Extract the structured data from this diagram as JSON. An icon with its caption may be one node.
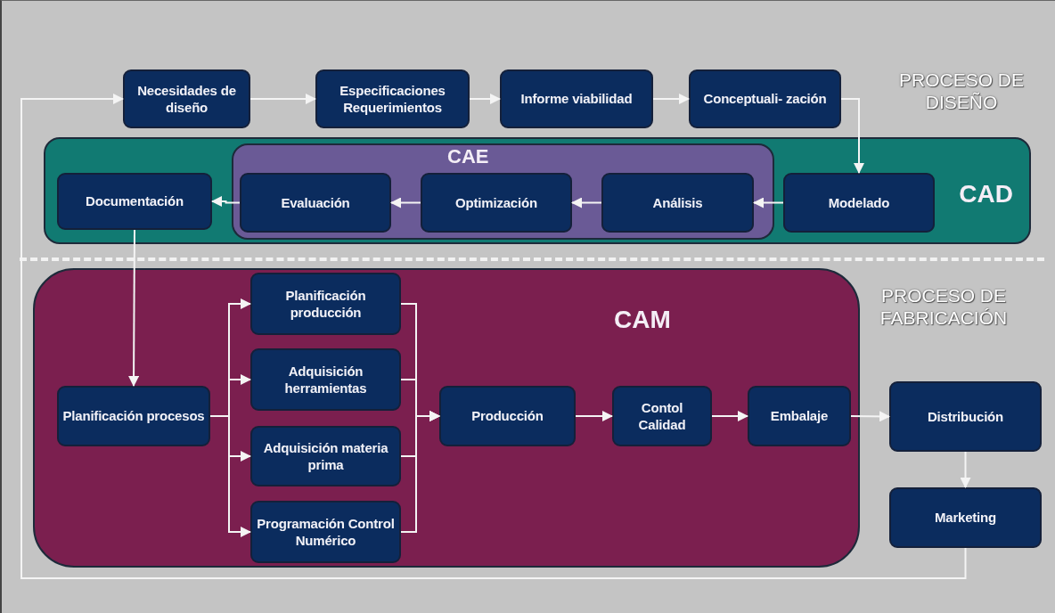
{
  "diagram": {
    "nodes": [
      {
        "text": [
          "Necesidades de diseño"
        ]
      },
      {
        "text": [
          "Especificaciones Requerimientos"
        ]
      },
      {
        "text": [
          "Informe viabilidad"
        ]
      },
      {
        "text": [
          "Conceptuali- zación"
        ]
      },
      {
        "text": [
          "CAD"
        ]
      },
      {
        "text": [
          "CAE"
        ],
        "in": 4
      },
      {
        "text": [
          "Documentación"
        ],
        "in": 4
      },
      {
        "text": [
          "Evaluación"
        ],
        "in": 5
      },
      {
        "text": [
          "Optimización"
        ],
        "in": 5
      },
      {
        "text": [
          "Análisis"
        ],
        "in": 5
      },
      {
        "text": [
          "Modelado"
        ],
        "in": 4
      },
      {
        "text": [
          "CAM"
        ]
      },
      {
        "text": [
          "Planificación procesos"
        ],
        "in": 11
      },
      {
        "text": [
          "Planificación producción"
        ],
        "in": 11
      },
      {
        "text": [
          "Adquisición herramientas"
        ],
        "in": 11
      },
      {
        "text": [
          "Adquisición materia prima"
        ],
        "in": 11
      },
      {
        "text": [
          "Programación Control Numérico"
        ],
        "in": 11
      },
      {
        "text": [
          "Producción"
        ],
        "in": 11
      },
      {
        "text": [
          "Contol Calidad"
        ],
        "in": 11
      },
      {
        "text": [
          "Embalaje"
        ],
        "in": 11
      },
      {
        "text": [
          "Distribución"
        ]
      },
      {
        "text": [
          "Marketing"
        ]
      }
    ],
    "edges": [
      {
        "from": 0,
        "to": 1,
        "arrow": "to"
      },
      {
        "from": 1,
        "to": 2,
        "arrow": "to"
      },
      {
        "from": 2,
        "to": 3,
        "arrow": "to"
      },
      {
        "from": 3,
        "to": 10,
        "arrow": "to"
      },
      {
        "from": 10,
        "to": 9,
        "arrow": "to"
      },
      {
        "from": 9,
        "to": 8,
        "arrow": "to"
      },
      {
        "from": 8,
        "to": 7,
        "arrow": "to"
      },
      {
        "from": 7,
        "to": 6,
        "arrow": "to"
      },
      {
        "from": 6,
        "to": 12,
        "arrow": "to"
      },
      {
        "from": 12,
        "to": 13,
        "arrow": "to"
      },
      {
        "from": 12,
        "to": 14,
        "arrow": "to"
      },
      {
        "from": 12,
        "to": 15,
        "arrow": "to"
      },
      {
        "from": 12,
        "to": 16,
        "arrow": "to"
      },
      {
        "from": 13,
        "to": 17,
        "arrow": "to"
      },
      {
        "from": 14,
        "to": 17,
        "arrow": "to"
      },
      {
        "from": 15,
        "to": 17,
        "arrow": "to"
      },
      {
        "from": 16,
        "to": 17,
        "arrow": "to"
      },
      {
        "from": 17,
        "to": 18,
        "arrow": "to"
      },
      {
        "from": 18,
        "to": 19,
        "arrow": "to"
      },
      {
        "from": 19,
        "to": 20,
        "arrow": "to"
      },
      {
        "from": 20,
        "to": 21,
        "arrow": "to"
      },
      {
        "from": 21,
        "to": 0,
        "arrow": "to"
      }
    ],
    "labels": [
      "PROCESO DE DISEÑO",
      "PROCESO DE FABRICACIÓN"
    ]
  }
}
